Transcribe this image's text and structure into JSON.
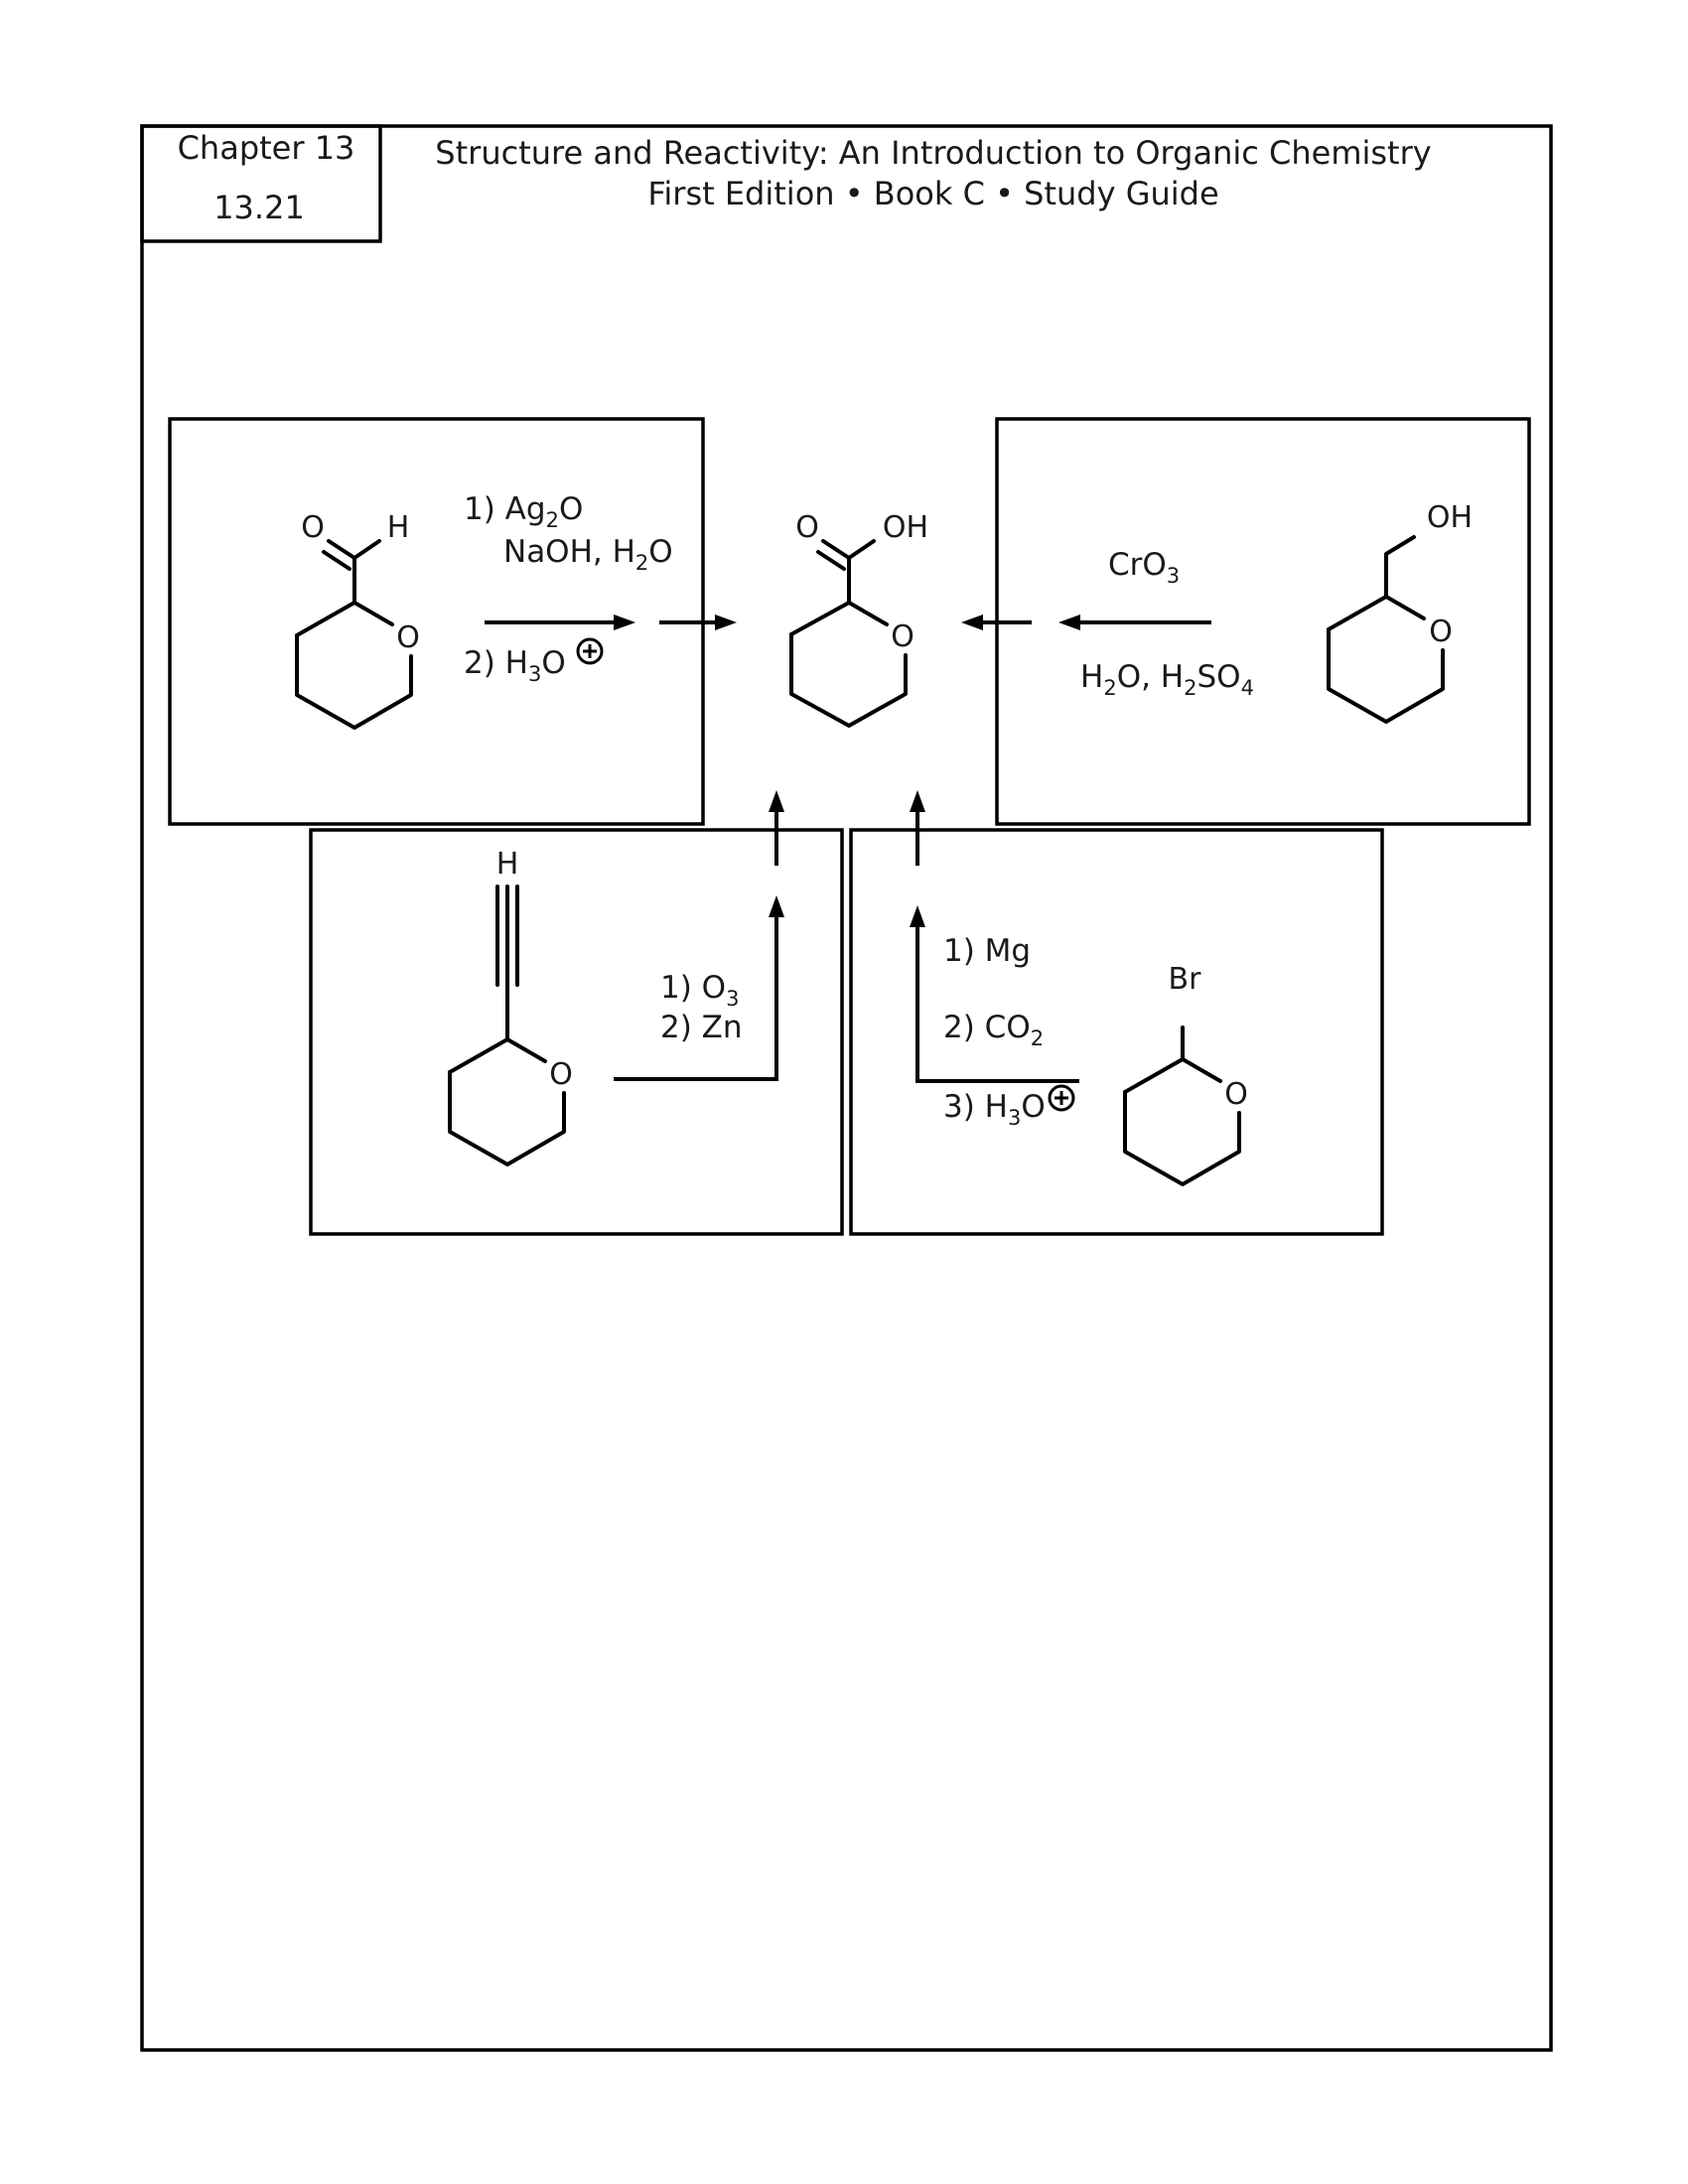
{
  "header": {
    "chapter": "Chapter 13",
    "problem": "13.21",
    "title": "Structure and Reactivity: An Introduction to Organic Chemistry",
    "subtitle": "First Edition • Book C • Study Guide"
  },
  "product": {
    "oxygen": "O",
    "carbonyl_o": "O",
    "hydroxyl": "OH"
  },
  "route_aldehyde": {
    "ring_o": "O",
    "carbonyl_o": "O",
    "aldehyde_h": "H",
    "step1": {
      "prefix": "1) Ag",
      "sub": "2",
      "suffix": "O"
    },
    "step1b": {
      "prefix": "NaOH, H",
      "sub": "2",
      "suffix": "O"
    },
    "step2": {
      "prefix": "2) H",
      "sub": "3",
      "suffix": "O"
    },
    "charge_symbol": "+"
  },
  "route_alcohol": {
    "ring_o": "O",
    "hydroxyl": "OH",
    "reagent": {
      "prefix": "CrO",
      "sub": "3"
    },
    "conditions": {
      "a": "H",
      "a_sub": "2",
      "b": "O, H",
      "b_sub": "2",
      "c": "SO",
      "c_sub": "4"
    }
  },
  "route_alkyne": {
    "ring_o": "O",
    "terminal_h": "H",
    "step1": {
      "prefix": "1) O",
      "sub": "3"
    },
    "step2": "2) Zn"
  },
  "route_grignard": {
    "ring_o": "O",
    "halogen": "Br",
    "step1": "1) Mg",
    "step2": {
      "prefix": "2) CO",
      "sub": "2"
    },
    "step3": {
      "prefix": "3) H",
      "sub": "3",
      "suffix": "O"
    },
    "charge_symbol": "+"
  }
}
